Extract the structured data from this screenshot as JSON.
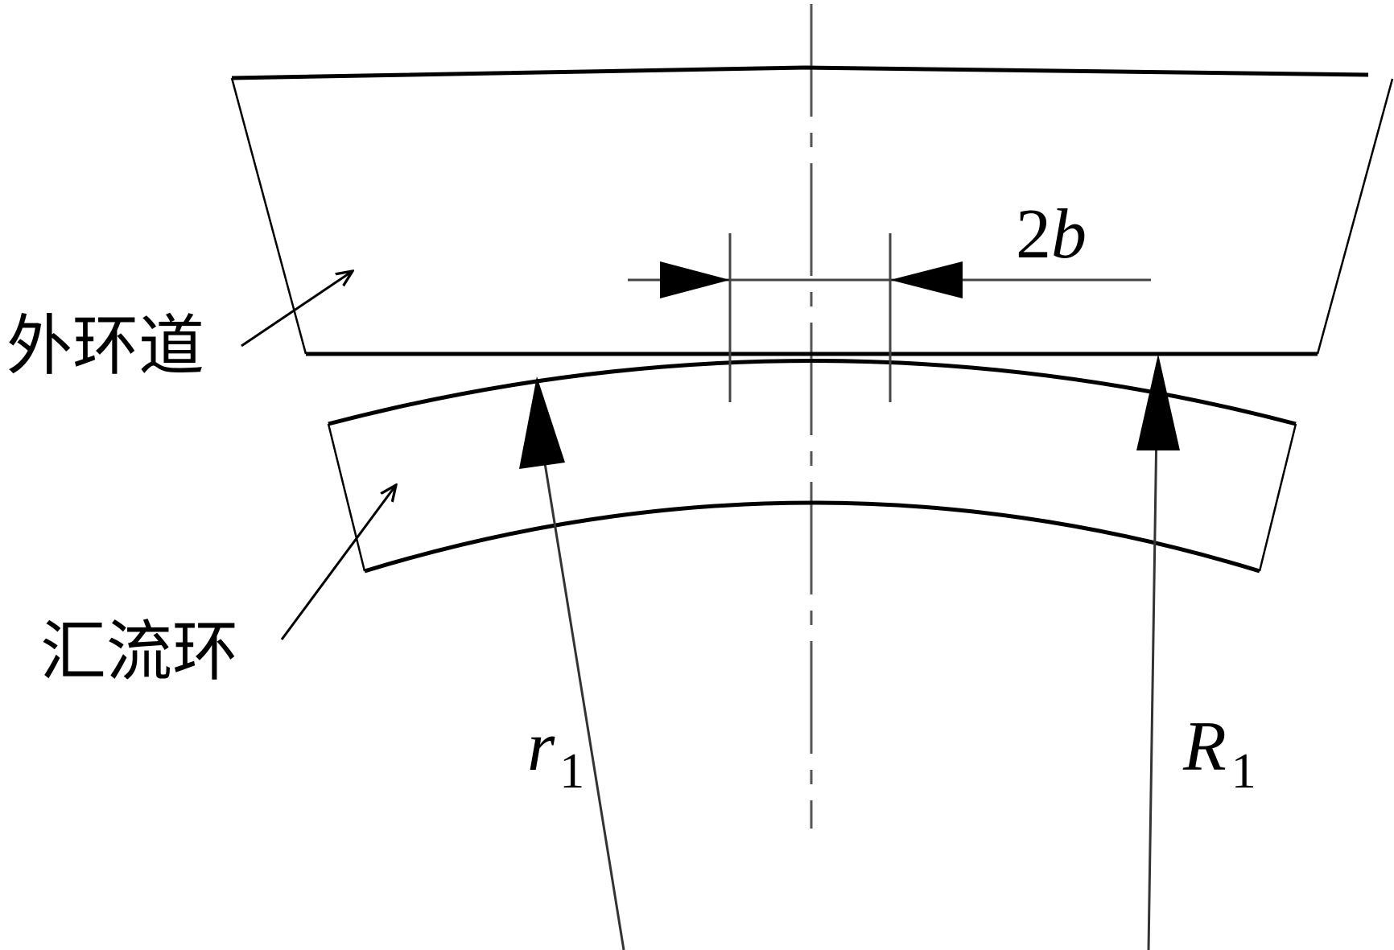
{
  "labels": {
    "outer_raceway": "外环道",
    "collector_ring": "汇流环",
    "contact_width": {
      "coefficient": "2",
      "variable": "b"
    },
    "inner_radius": {
      "symbol": "r",
      "subscript": "1"
    },
    "outer_radius": {
      "symbol": "R",
      "subscript": "1"
    }
  },
  "colors": {
    "stroke": "#000000",
    "centerline": "#555555",
    "background": "#ffffff"
  }
}
